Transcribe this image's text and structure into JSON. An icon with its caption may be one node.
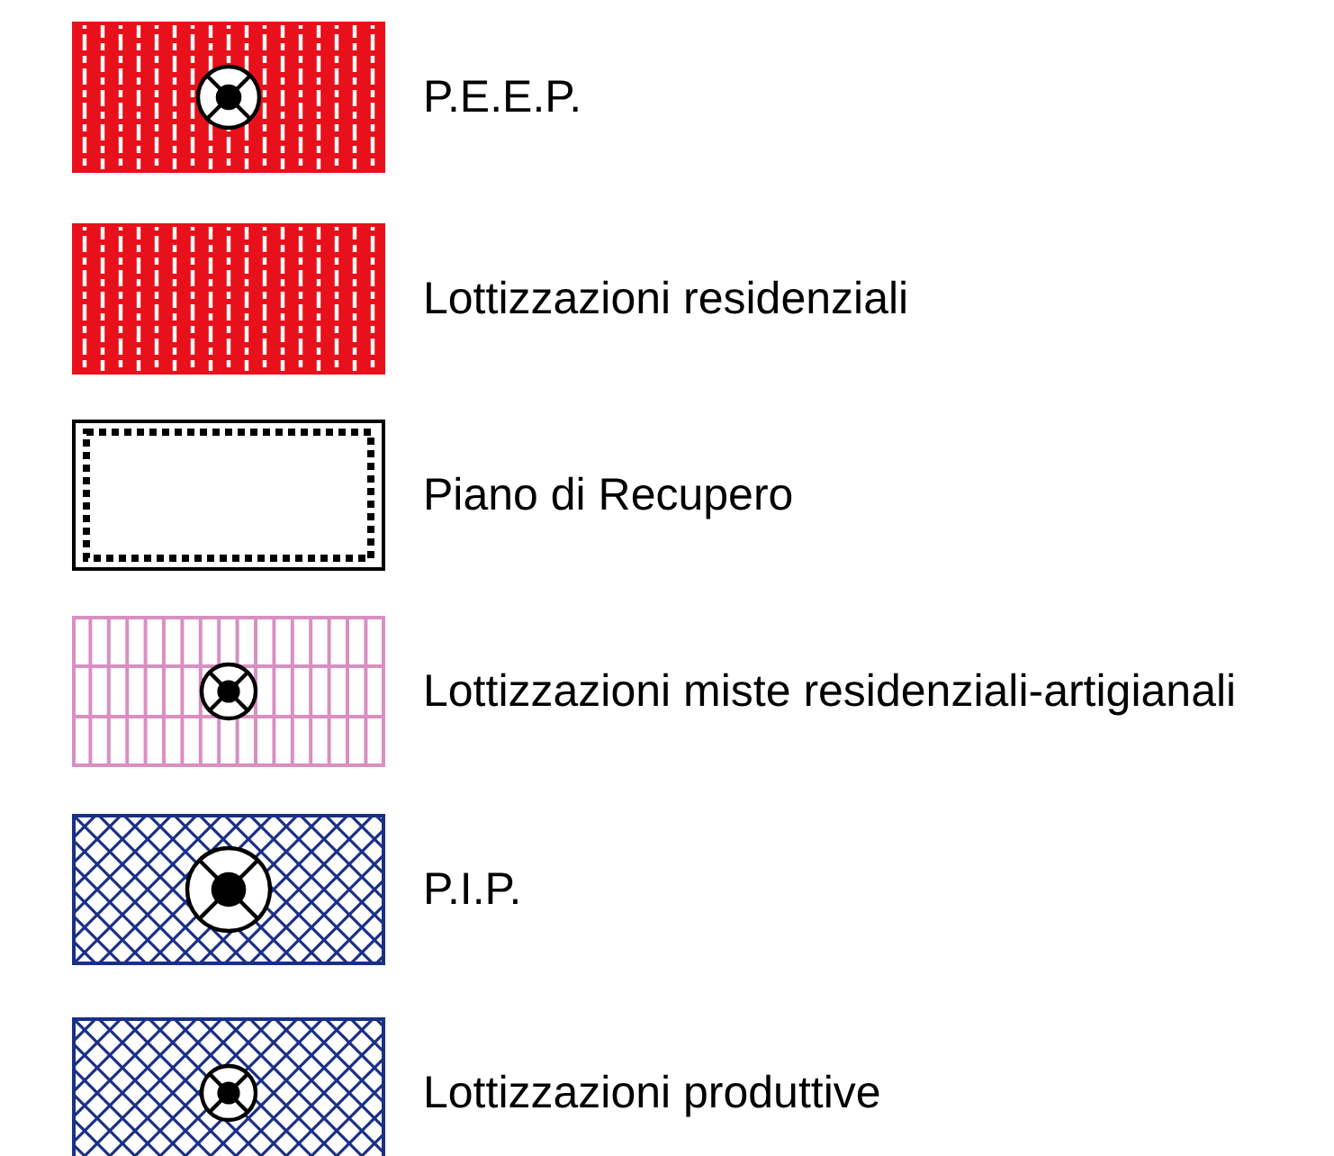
{
  "diagram": {
    "legend": [
      {
        "text": "P.E.E.P."
      },
      {
        "text": "Lottizzazioni residenziali"
      },
      {
        "text": "Piano di Recupero"
      },
      {
        "text": "Lottizzazioni miste residenziali-artigianali"
      },
      {
        "text": "P.I.P."
      },
      {
        "text": "Lottizzazioni produttive"
      }
    ]
  }
}
